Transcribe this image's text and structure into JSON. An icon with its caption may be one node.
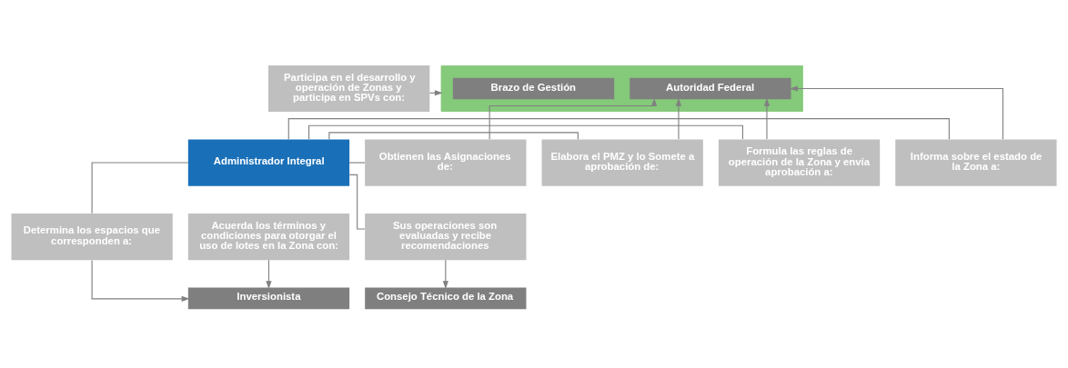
{
  "diagram": {
    "nodes": [
      {
        "text": [
          "Participa en el desarrollo y operación de Zonas y participa en SPVs con:"
        ]
      },
      {
        "text": [],
        "shape": "box"
      },
      {
        "text": [
          "Brazo de Gestión"
        ],
        "in": 1
      },
      {
        "text": [
          "Autoridad Federal"
        ],
        "in": 1
      },
      {
        "text": [
          "Administrador Integral"
        ]
      },
      {
        "text": [
          "Obtienen las Asignaciones de:"
        ]
      },
      {
        "text": [
          "Elabora el PMZ y lo Somete a aprobación de:"
        ]
      },
      {
        "text": [
          "Formula las reglas de operación de la Zona y envía aprobación a:"
        ]
      },
      {
        "text": [
          "Informa sobre el estado de la Zona a:"
        ]
      },
      {
        "text": [
          "Determina los espacios que corresponden a:"
        ]
      },
      {
        "text": [
          "Acuerda los términos y condiciones para otorgar el uso de lotes en la Zona con:"
        ]
      },
      {
        "text": [
          "Sus operaciones son evaluadas y recibe recomendaciones"
        ]
      },
      {
        "text": [
          "Inversionista"
        ]
      },
      {
        "text": [
          "Consejo Técnico de la Zona"
        ]
      }
    ],
    "edges": [
      {
        "from": 0,
        "to": 1,
        "arrow": "to"
      },
      {
        "from": 5,
        "to": 3,
        "arrow": "to"
      },
      {
        "from": 6,
        "to": 3,
        "arrow": "to"
      },
      {
        "from": 7,
        "to": 3,
        "arrow": "to"
      },
      {
        "from": 8,
        "to": 3,
        "arrow": "to"
      },
      {
        "from": 4,
        "to": 5,
        "arrow": "none"
      },
      {
        "from": 4,
        "to": 6,
        "arrow": "none"
      },
      {
        "from": 4,
        "to": 7,
        "arrow": "none"
      },
      {
        "from": 4,
        "to": 8,
        "arrow": "none"
      },
      {
        "from": 4,
        "to": 9,
        "arrow": "none"
      },
      {
        "from": 4,
        "to": 11,
        "arrow": "none"
      },
      {
        "from": 9,
        "to": 12,
        "arrow": "to"
      },
      {
        "from": 10,
        "to": 12,
        "arrow": "to"
      },
      {
        "from": 11,
        "to": 13,
        "arrow": "to"
      }
    ]
  }
}
